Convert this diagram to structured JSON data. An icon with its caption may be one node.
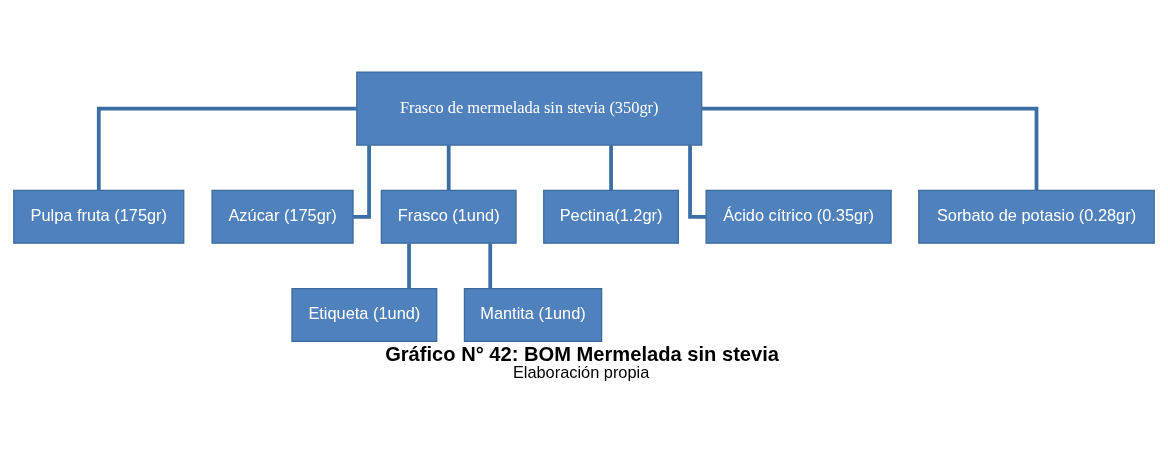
{
  "diagram": {
    "title": "Gráfico N° 42: BOM Mermelada sin stevia",
    "caption": "Elaboración propia",
    "nodes": [
      {
        "text": [
          "Frasco de mermelada sin stevia (350gr)"
        ]
      },
      {
        "text": [
          "Pulpa fruta (175gr)"
        ]
      },
      {
        "text": [
          "Azúcar (175gr)"
        ]
      },
      {
        "text": [
          "Frasco (1und)"
        ]
      },
      {
        "text": [
          "Pectina(1.2gr)"
        ]
      },
      {
        "text": [
          "Ácido cítrico (0.35gr)"
        ]
      },
      {
        "text": [
          "Sorbato de potasio (0.28gr)"
        ]
      },
      {
        "text": [
          "Etiqueta (1und)"
        ]
      },
      {
        "text": [
          "Mantita (1und)"
        ]
      }
    ],
    "edges": [
      {
        "from": 0,
        "to": 1,
        "arrow": "none"
      },
      {
        "from": 0,
        "to": 2,
        "arrow": "none"
      },
      {
        "from": 0,
        "to": 3,
        "arrow": "none"
      },
      {
        "from": 0,
        "to": 4,
        "arrow": "none"
      },
      {
        "from": 0,
        "to": 5,
        "arrow": "none"
      },
      {
        "from": 0,
        "to": 6,
        "arrow": "none"
      },
      {
        "from": 3,
        "to": 7,
        "arrow": "none"
      },
      {
        "from": 3,
        "to": 8,
        "arrow": "none"
      }
    ]
  }
}
